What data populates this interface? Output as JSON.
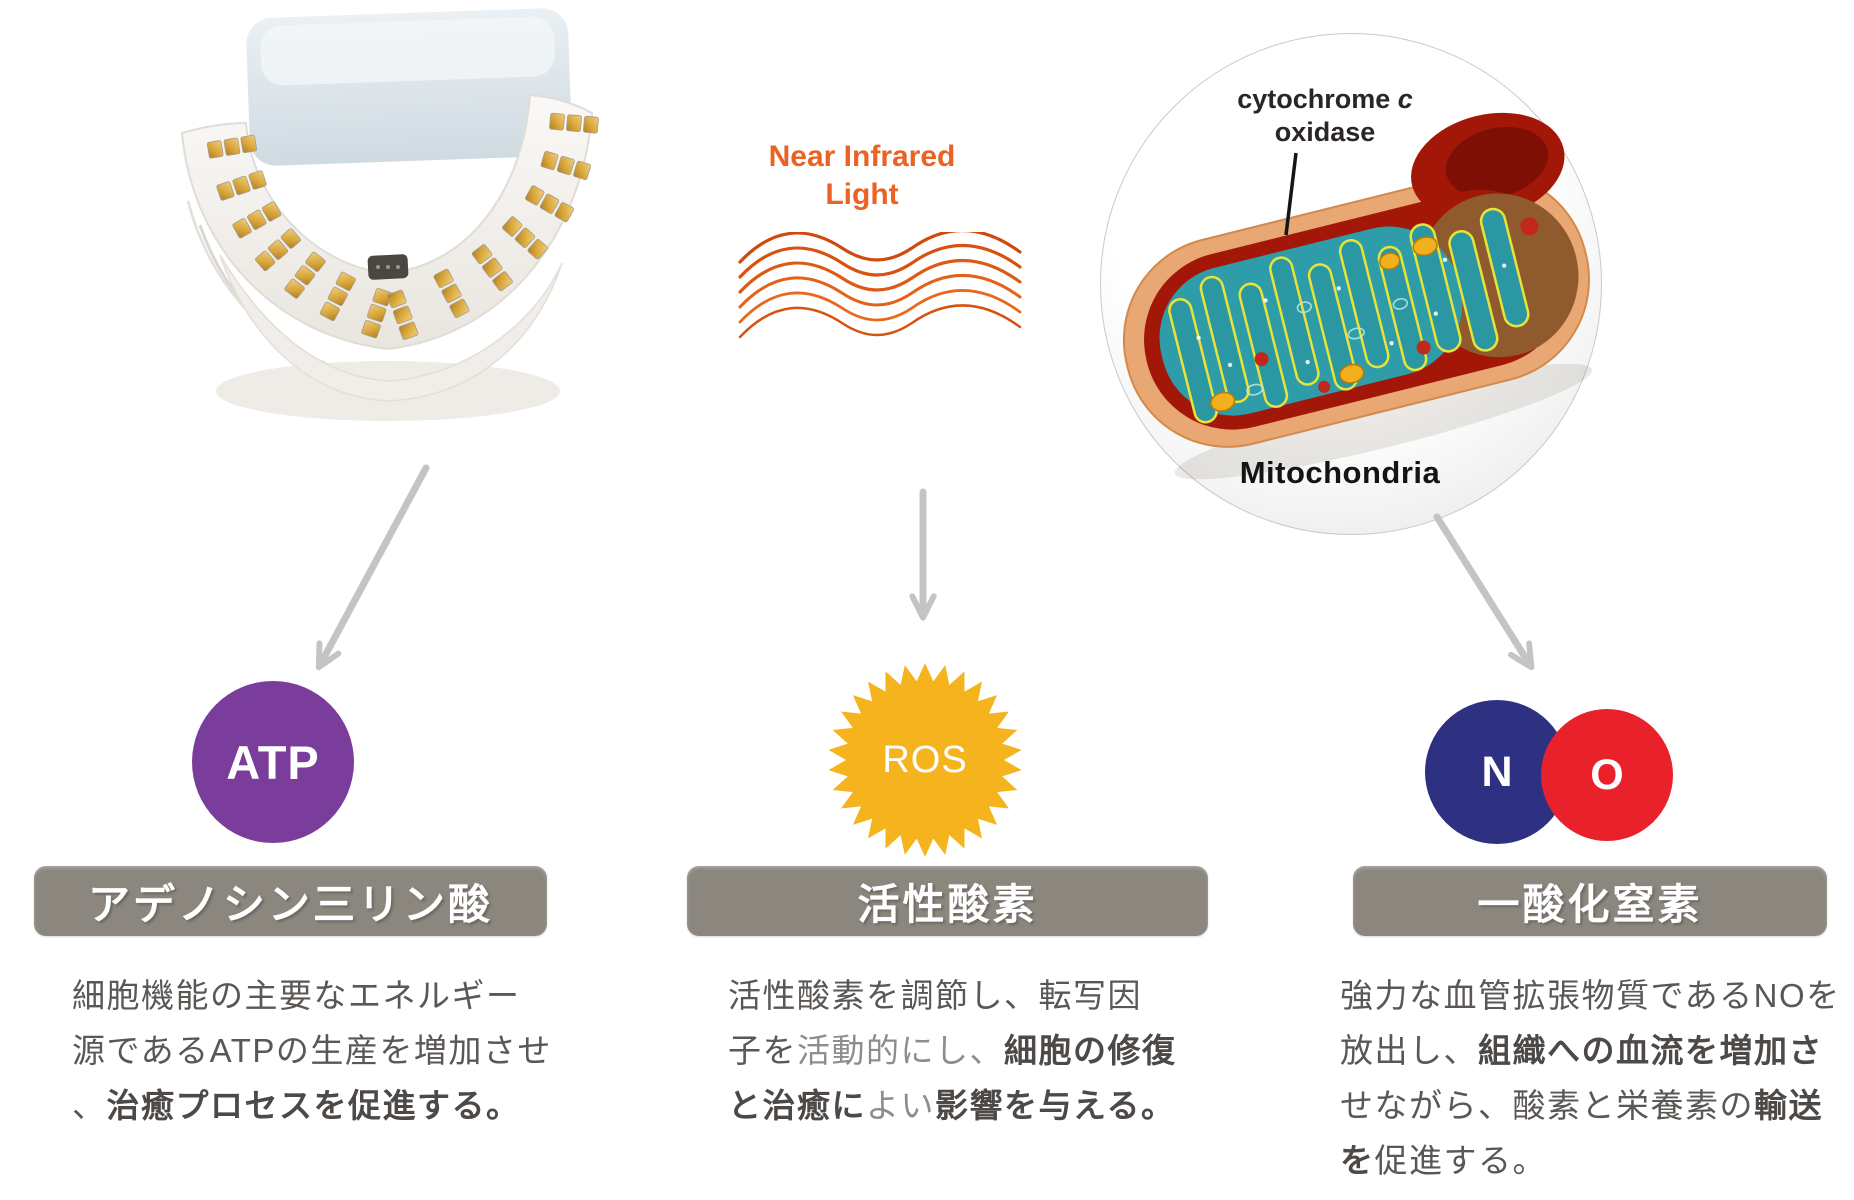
{
  "nir": {
    "line1": "Near Infrared",
    "line2": "Light"
  },
  "mito": {
    "callout_word": "cytochrome",
    "callout_c": "c",
    "callout_line2": "oxidase",
    "label": "Mitochondria"
  },
  "badges": {
    "atp": "ATP",
    "ros": "ROS",
    "n": "N",
    "o": "O"
  },
  "columns": [
    {
      "title": "アデノシン三リン酸",
      "lines": [
        [
          {
            "t": "細胞機能の主要なエネルギー",
            "s": "r"
          }
        ],
        [
          {
            "t": "源であるATPの生産を増加させ",
            "s": "r"
          }
        ],
        [
          {
            "t": "、",
            "s": "r"
          },
          {
            "t": "治癒プロセスを促進する。",
            "s": "b"
          }
        ]
      ]
    },
    {
      "title": "活性酸素",
      "lines": [
        [
          {
            "t": "活性酸素を調節し、転写因",
            "s": "r"
          }
        ],
        [
          {
            "t": "子を",
            "s": "r"
          },
          {
            "t": "活動的にし、",
            "s": "l"
          },
          {
            "t": "細胞の修復",
            "s": "b"
          }
        ],
        [
          {
            "t": "と治癒に",
            "s": "b"
          },
          {
            "t": "よい",
            "s": "l"
          },
          {
            "t": "影響を与える。",
            "s": "b"
          }
        ]
      ]
    },
    {
      "title": "一酸化窒素",
      "lines": [
        [
          {
            "t": "強力な血管拡張物質であるNOを",
            "s": "r"
          }
        ],
        [
          {
            "t": "放出し、",
            "s": "r"
          },
          {
            "t": "組織への血流を増加さ",
            "s": "b"
          }
        ],
        [
          {
            "t": "せながら、酸素と栄養素の",
            "s": "r"
          },
          {
            "t": "輸送",
            "s": "b"
          }
        ],
        [
          {
            "t": "を",
            "s": "b"
          },
          {
            "t": "促進する。",
            "s": "r"
          }
        ]
      ]
    }
  ],
  "colors": {
    "nir_text": "#EB6225",
    "wave": "#D7520F",
    "arrow": "#C5C4C2",
    "atp_circle": "#7A3D9C",
    "ros_star": "#F5B41D",
    "n_circle": "#2E3081",
    "o_circle": "#E8212A",
    "title_bar": "#8B877F",
    "body_text": "#5A5755",
    "bold_text": "#4C4947",
    "light_text": "#8F8D8B"
  }
}
